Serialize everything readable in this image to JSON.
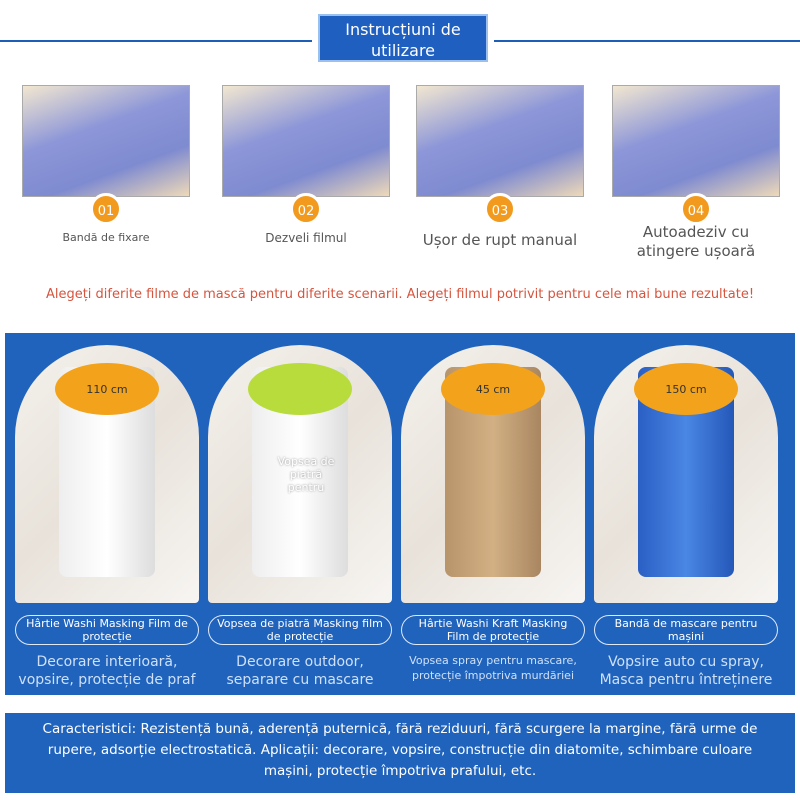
{
  "header": {
    "title": "Instrucțiuni de utilizare"
  },
  "steps": [
    {
      "num": "01",
      "label": "Bandă de fixare"
    },
    {
      "num": "02",
      "label": "Dezveli filmul"
    },
    {
      "num": "03",
      "label": "Ușor de rupt manual"
    },
    {
      "num": "04",
      "label": "Autoadeziv cu atingere ușoară"
    }
  ],
  "banner": "Alegeți diferite filme de mască pentru diferite scenarii. Alegeți filmul potrivit pentru cele mai bune rezultate!",
  "products": [
    {
      "name": "Hârtie Washi Masking Film de protecție",
      "desc": "Decorare interioară, vopsire, protecție de praf",
      "cap": "110 cm"
    },
    {
      "name": "Vopsea de piatră Masking film de protecție",
      "desc": "Decorare outdoor, separare cu mascare",
      "cap": "",
      "overlay": "Vopsea de piatră pentru"
    },
    {
      "name": "Hârtie Washi Kraft Masking Film de protecție",
      "desc": "Vopsea spray pentru mascare, protecție împotriva murdăriei",
      "cap": "45 cm"
    },
    {
      "name": "Bandă de mascare pentru mașini",
      "desc": "Vopsire auto cu spray, Masca pentru întreținere",
      "cap": "150 cm"
    }
  ],
  "features": "Caracteristici: Rezistență bună, aderență puternică, fără reziduuri, fără scurgere la margine, fără urme de rupere, adsorție electrostatică. Aplicații: decorare, vopsire, construcție din diatomite, schimbare culoare mașini, protecție împotriva prafului, etc.",
  "colors": {
    "blue": "#1f63bd",
    "orange": "#f29a1d",
    "red_text": "#d5553f"
  }
}
